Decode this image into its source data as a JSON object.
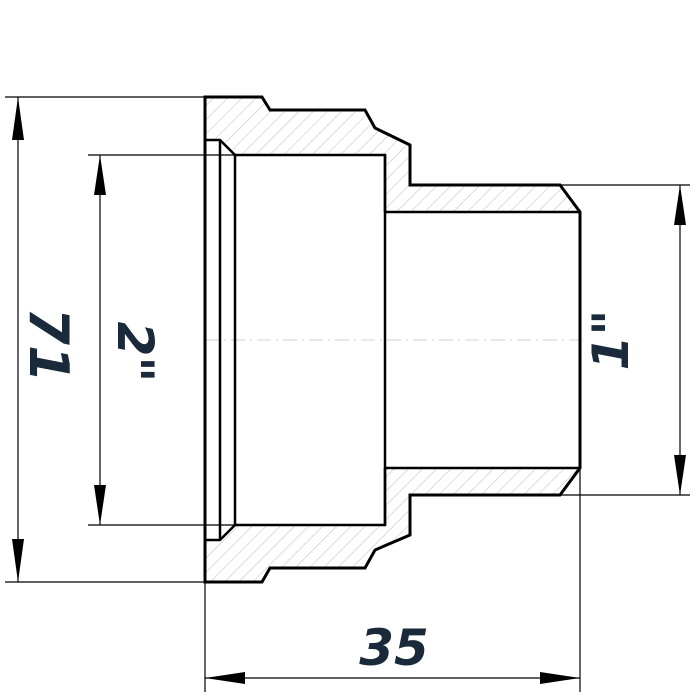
{
  "drawing": {
    "dimensions": {
      "overall_height": "71",
      "inner_diameter": "2\"",
      "outer_thread": "1\"",
      "length": "35"
    },
    "colors": {
      "line": "#000000",
      "hatch": "#bdbdbd",
      "dimension_text": "#1a2a3a"
    }
  }
}
